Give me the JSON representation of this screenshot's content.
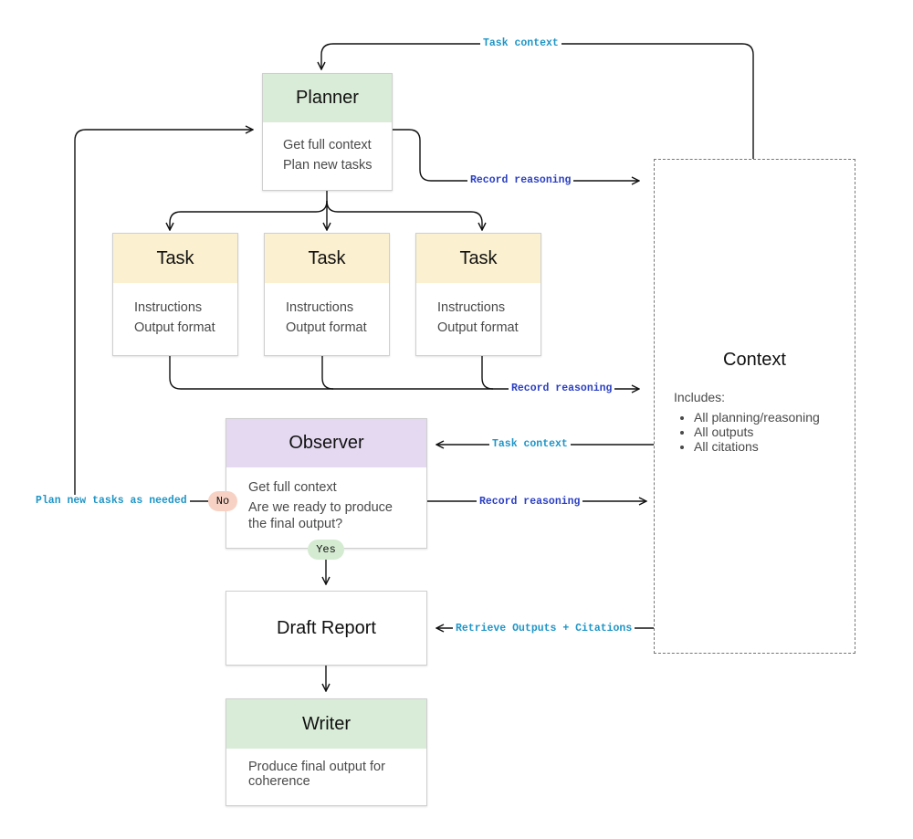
{
  "planner": {
    "title": "Planner",
    "lines": [
      "Get full context",
      "Plan new tasks"
    ]
  },
  "tasks": [
    {
      "title": "Task",
      "lines": [
        "Instructions",
        "Output format"
      ]
    },
    {
      "title": "Task",
      "lines": [
        "Instructions",
        "Output format"
      ]
    },
    {
      "title": "Task",
      "lines": [
        "Instructions",
        "Output format"
      ]
    }
  ],
  "observer": {
    "title": "Observer",
    "lines": [
      "Get full context",
      "Are we ready to produce",
      "the final output?"
    ]
  },
  "draft": {
    "title": "Draft Report"
  },
  "writer": {
    "title": "Writer",
    "lines": [
      "Produce final output for",
      "coherence"
    ]
  },
  "context": {
    "title": "Context",
    "includes_label": "Includes:",
    "items": [
      "All planning/reasoning",
      "All outputs",
      "All citations"
    ]
  },
  "edges": {
    "task_context_top": "Task context",
    "record_reasoning_planner": "Record reasoning",
    "record_reasoning_tasks": "Record reasoning",
    "task_context_observer": "Task context",
    "plan_new_tasks": "Plan new tasks as needed",
    "record_reasoning_observer": "Record reasoning",
    "retrieve": "Retrieve Outputs + Citations",
    "no": "No",
    "yes": "Yes"
  },
  "colors": {
    "planner_head": "#d9ecd7",
    "task_head": "#fbf0cf",
    "observer_head": "#e4d9f0",
    "writer_head": "#d9ecd7",
    "edge_label_cyan": "#1f95c6",
    "edge_label_blue": "#2a3fc2",
    "no_pill": "#f7d2c4",
    "yes_pill": "#d4ebd1"
  }
}
